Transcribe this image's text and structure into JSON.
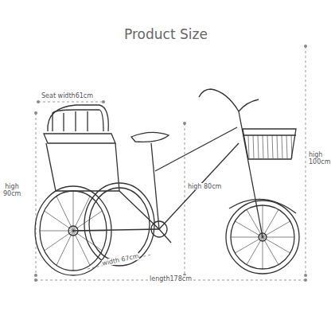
{
  "diagram": {
    "title": "Product Size",
    "labels": [
      "Seat width61cm",
      "high 80cm",
      "high 100cm",
      "high 90cm",
      "width 67cm",
      "length178cm"
    ]
  }
}
